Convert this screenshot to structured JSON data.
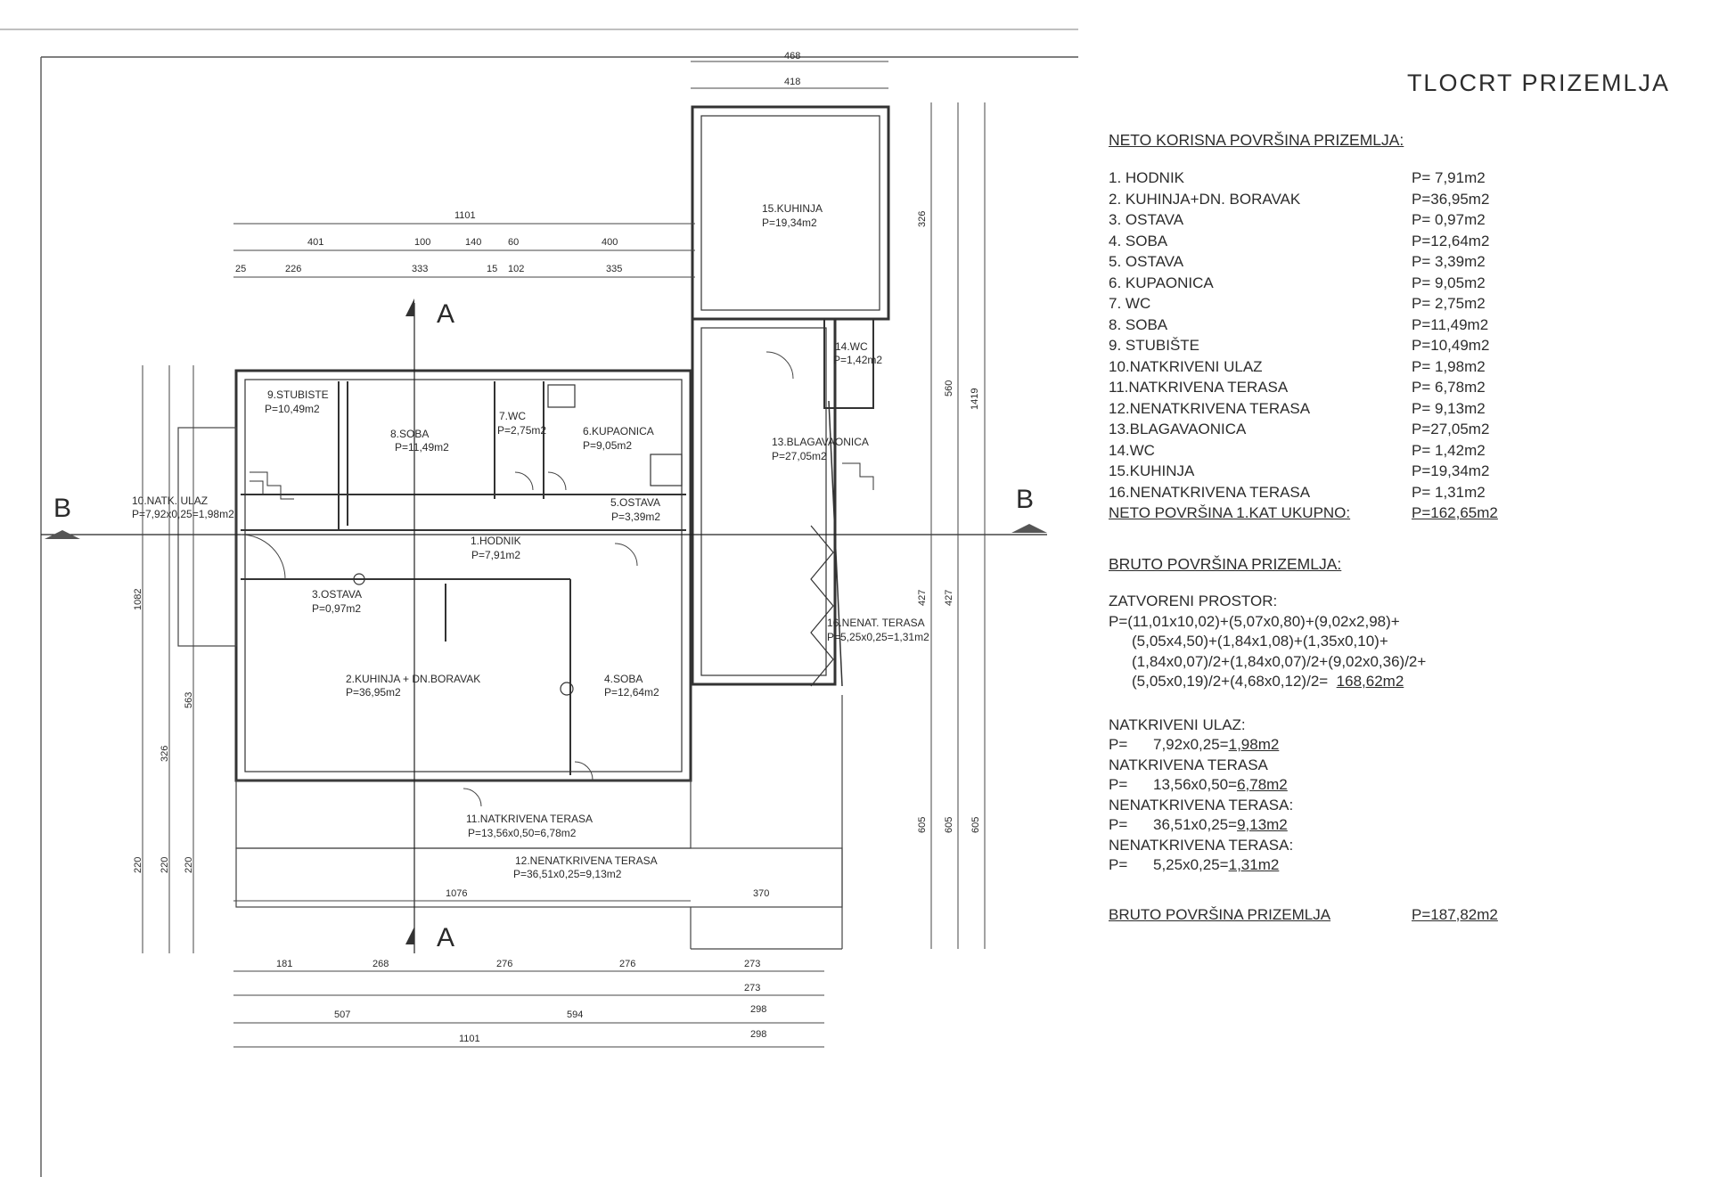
{
  "title": "TLOCRT  PRIZEMLJA",
  "neto": {
    "heading": "NETO KORISNA POVRŠINA PRIZEMLJA:",
    "rooms": [
      {
        "name": "1. HODNIK",
        "area": "P= 7,91m2"
      },
      {
        "name": "2. KUHINJA+DN. BORAVAK",
        "area": "P=36,95m2"
      },
      {
        "name": "3. OSTAVA",
        "area": "P= 0,97m2"
      },
      {
        "name": "4. SOBA",
        "area": "P=12,64m2"
      },
      {
        "name": "5. OSTAVA",
        "area": "P=  3,39m2"
      },
      {
        "name": "6. KUPAONICA",
        "area": "P=  9,05m2"
      },
      {
        "name": "7. WC",
        "area": "P=  2,75m2"
      },
      {
        "name": "8. SOBA",
        "area": "P=11,49m2"
      },
      {
        "name": "9. STUBIŠTE",
        "area": "P=10,49m2"
      },
      {
        "name": "10.NATKRIVENI ULAZ",
        "area": "P=  1,98m2"
      },
      {
        "name": "11.NATKRIVENA TERASA",
        "area": "P=  6,78m2"
      },
      {
        "name": "12.NENATKRIVENA TERASA",
        "area": "P= 9,13m2"
      },
      {
        "name": "13.BLAGAVAONICA",
        "area": "P=27,05m2"
      },
      {
        "name": "14.WC",
        "area": "P=  1,42m2"
      },
      {
        "name": "15.KUHINJA",
        "area": "P=19,34m2"
      },
      {
        "name": "16.NENATKRIVENA TERASA",
        "area": "P=  1,31m2"
      }
    ],
    "total_label": "NETO POVRŠINA 1.KAT UKUPNO:",
    "total_value": "P=162,65m2"
  },
  "bruto": {
    "heading": "BRUTO POVRŠINA PRIZEMLJA:",
    "closed_label": "ZATVORENI PROSTOR:",
    "formula": [
      "P=(11,01x10,02)+(5,07x0,80)+(9,02x2,98)+",
      "(5,05x4,50)+(1,84x1,08)+(1,35x0,10)+",
      "(1,84x0,07)/2+(1,84x0,07)/2+(9,02x0,36)/2+",
      "(5,05x0,19)/2+(4,68x0,12)/2="
    ],
    "closed_result": "168,62m2",
    "items": [
      {
        "label": "NATKRIVENI ULAZ:",
        "p": "P=",
        "expr": "7,92x0,25=",
        "result": "1,98m2"
      },
      {
        "label": "NATKRIVENA TERASA",
        "p": "P=",
        "expr": "13,56x0,50=",
        "result": "6,78m2"
      },
      {
        "label": "NENATKRIVENA TERASA:",
        "p": "P=",
        "expr": "36,51x0,25=",
        "result": "9,13m2"
      },
      {
        "label": "NENATKRIVENA TERASA:",
        "p": "P=",
        "expr": "5,25x0,25=",
        "result": "1,31m2"
      }
    ],
    "final_label": "BRUTO POVRŠINA PRIZEMLJA",
    "final_value": "P=187,82m2"
  },
  "plan": {
    "rooms": {
      "r1": "1.HODNIK",
      "r1a": "P=7,91m2",
      "r2": "2.KUHINJA + DN.BORAVAK",
      "r2a": "P=36,95m2",
      "r3": "3.OSTAVA",
      "r3a": "P=0,97m2",
      "r4": "4.SOBA",
      "r4a": "P=12,64m2",
      "r5": "5.OSTAVA",
      "r5a": "P=3,39m2",
      "r6": "6.KUPAONICA",
      "r6a": "P=9,05m2",
      "r7": "7.WC",
      "r7a": "P=2,75m2",
      "r8": "8.SOBA",
      "r8a": "P=11,49m2",
      "r9": "9.STUBISTE",
      "r9a": "P=10,49m2",
      "r10": "10.NATK. ULAZ",
      "r10a": "P=7,92x0,25=1,98m2",
      "r11": "11.NATKRIVENA TERASA",
      "r11a": "P=13,56x0,50=6,78m2",
      "r12": "12.NENATKRIVENA TERASA",
      "r12a": "P=36,51x0,25=9,13m2",
      "r13": "13.BLAGAVAONICA",
      "r13a": "P=27,05m2",
      "r14": "14.WC",
      "r14a": "P=1,42m2",
      "r15": "15.KUHINJA",
      "r15a": "P=19,34m2",
      "r16": "16.NENAT. TERASA",
      "r16a": "P=5,25x0,25=1,31m2"
    },
    "section_a": "A",
    "section_b": "B",
    "dims": {
      "d1101": "1101",
      "d401": "401",
      "d100": "100",
      "d140": "140",
      "d60": "60",
      "d400": "400",
      "d25": "25",
      "d226": "226",
      "d333": "333",
      "d15": "15",
      "d102": "102",
      "d335": "335",
      "d468": "468",
      "d418": "418",
      "d1076": "1076",
      "d370": "370",
      "d181": "181",
      "d268": "268",
      "d276": "276",
      "d273": "273",
      "d507": "507",
      "d594": "594",
      "d298": "298",
      "d1419": "1419",
      "d560": "560",
      "d605": "605",
      "d427": "427",
      "d326": "326",
      "d1082": "1082",
      "d563": "563",
      "d220": "220"
    }
  }
}
